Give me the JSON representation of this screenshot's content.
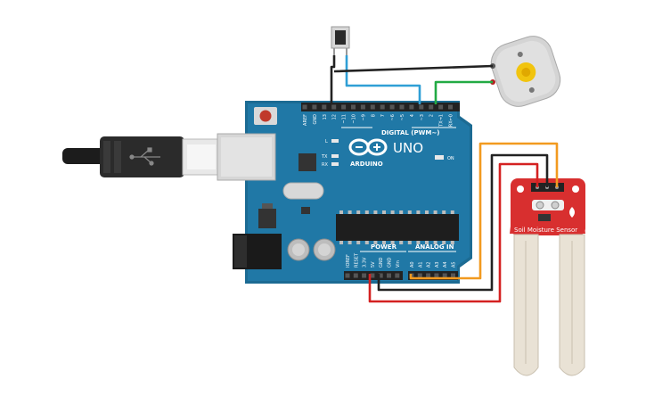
{
  "board": {
    "digital_label": "DIGITAL (PWM~)",
    "brand": "ARDUINO",
    "model": "UNO",
    "power_label": "POWER",
    "analog_label": "ANALOG IN",
    "top_pins": [
      "AREF",
      "GND",
      "13",
      "12",
      "~11",
      "~10",
      "~9",
      "8",
      "7",
      "~6",
      "~5",
      "4",
      "~3",
      "2",
      "TX→1",
      "RX←0"
    ],
    "power_pins": [
      "IOREF",
      "RESET",
      "3.3V",
      "5V",
      "GND",
      "GND",
      "Vin"
    ],
    "analog_pins": [
      "A0",
      "A1",
      "A2",
      "A3",
      "A4",
      "A5"
    ],
    "leds": [
      "L",
      "TX",
      "RX"
    ],
    "on_label": "ON"
  },
  "sensor": {
    "label": "Soil Moisture Sensor"
  },
  "wires": {
    "button_signal": "#2f9fd6",
    "button_ground": "#222222",
    "motor_signal": "#22aa44",
    "sensor_signal": "#f29a1f",
    "sensor_power": "#d42121",
    "sensor_ground": "#222222",
    "motor_ground": "#222222"
  }
}
